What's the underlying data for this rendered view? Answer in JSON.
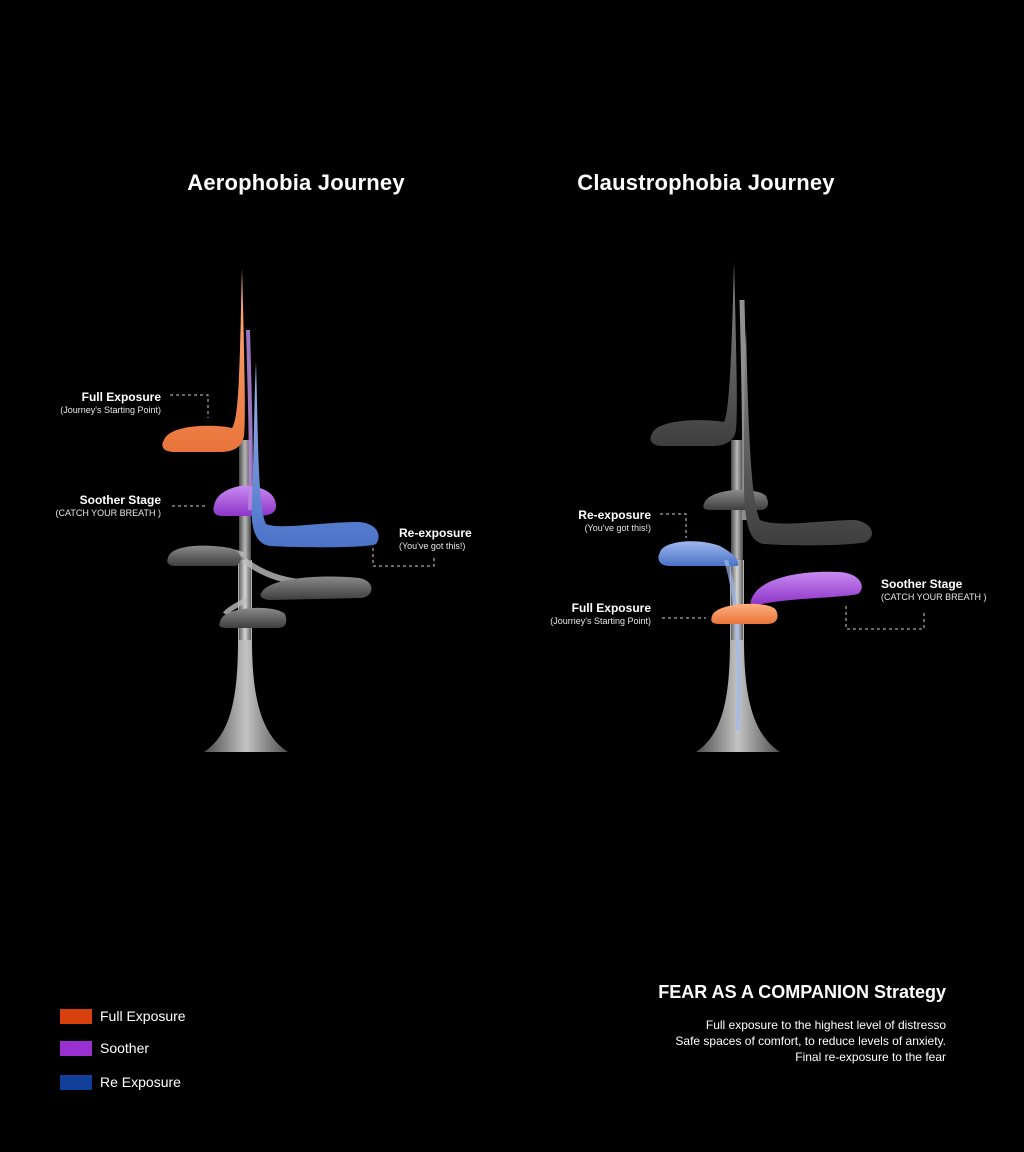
{
  "journeys": [
    {
      "title": "Aerophobia Journey",
      "labels": {
        "full_exposure": {
          "heading": "Full Exposure",
          "sub": "(Journey's Starting Point)"
        },
        "soother": {
          "heading": "Soother Stage",
          "sub": "(CATCH YOUR BREATH )"
        },
        "re_exposure": {
          "heading": "Re-exposure",
          "sub": "(You've got this!)"
        }
      }
    },
    {
      "title": "Claustrophobia Journey",
      "labels": {
        "re_exposure": {
          "heading": "Re-exposure",
          "sub": "(You've got this!)"
        },
        "soother": {
          "heading": "Soother Stage",
          "sub": "(CATCH YOUR BREATH )"
        },
        "full_exposure": {
          "heading": "Full Exposure",
          "sub": "(Journey's Starting Point)"
        }
      }
    }
  ],
  "legend": [
    {
      "label": "Full Exposure",
      "color": "#d8400e"
    },
    {
      "label": "Soother",
      "color": "#9b30d0"
    },
    {
      "label": "Re Exposure",
      "color": "#123f9a"
    }
  ],
  "strategy": {
    "title": "FEAR AS A COMPANION Strategy",
    "lines": [
      "Full exposure to the highest level of distresso",
      "Safe spaces of comfort, to reduce levels of anxiety.",
      "Final re-exposure to the fear"
    ]
  },
  "colors": {
    "full_exposure": "#f2894e",
    "soother": "#a14ad6",
    "re_exposure": "#5b82d4",
    "neutral": "#6f6f6f",
    "background": "#000000"
  }
}
